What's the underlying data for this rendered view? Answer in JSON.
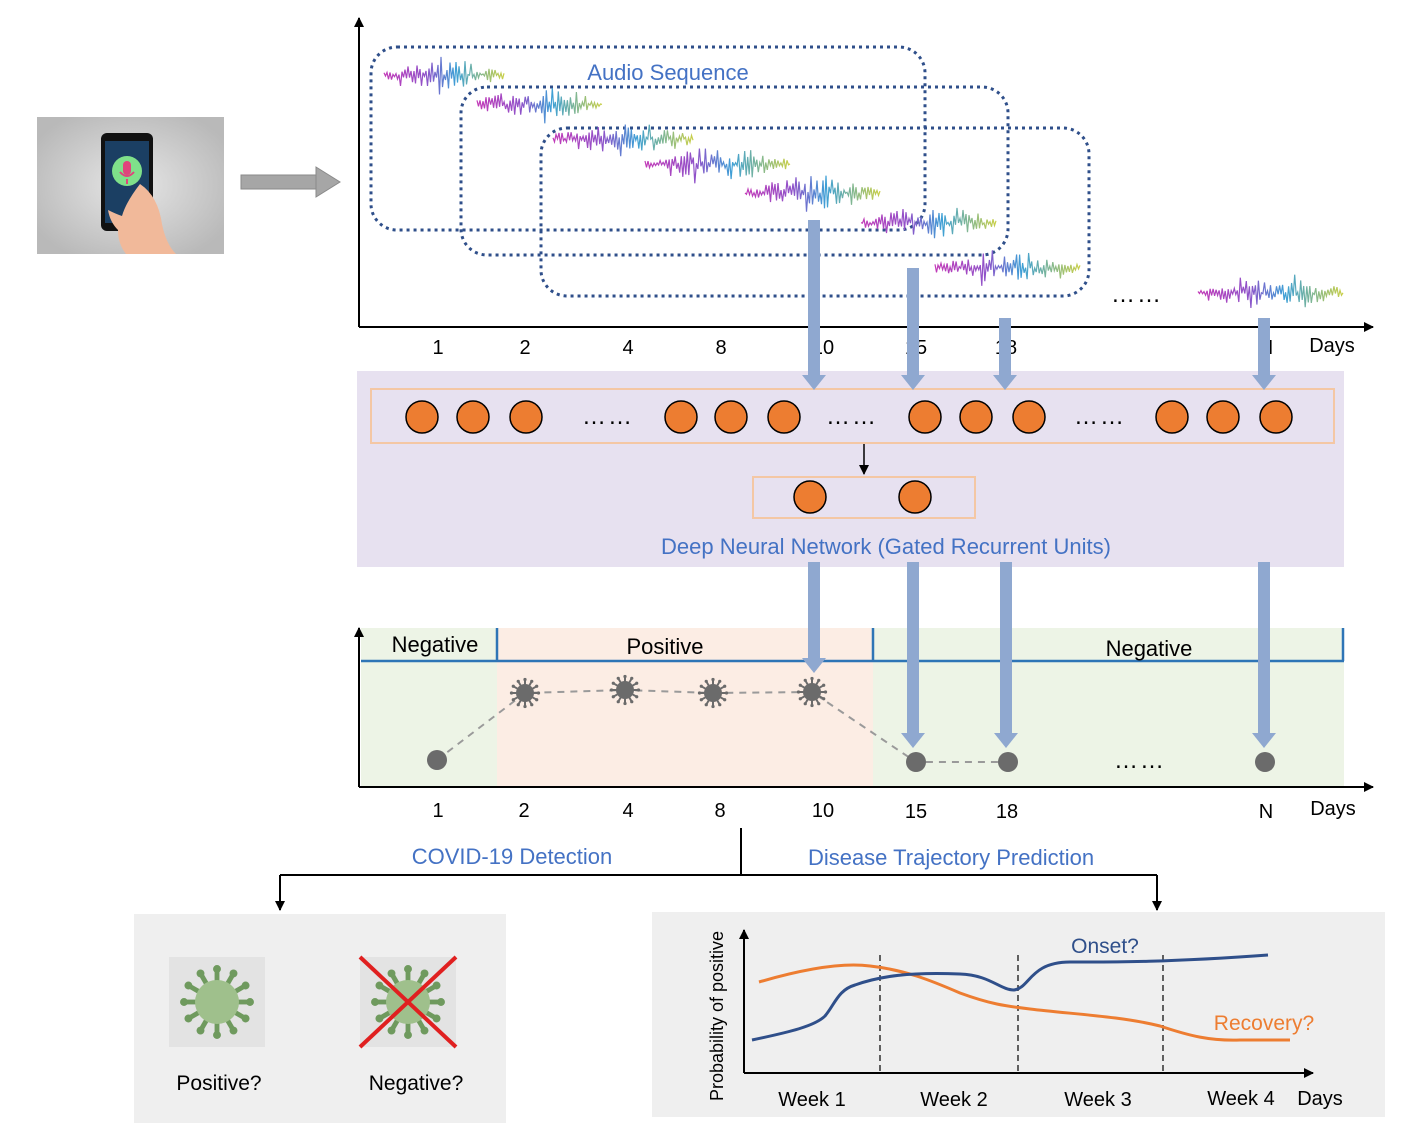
{
  "top_panel": {
    "title": "Audio Sequence",
    "x_ticks": [
      "1",
      "2",
      "4",
      "8",
      "10",
      "15",
      "18",
      "N"
    ],
    "x_unit": "Days",
    "ellipsis": "……"
  },
  "network": {
    "title": "Deep Neural Network (Gated Recurrent Units)",
    "ellipsis": "……"
  },
  "status_panel": {
    "regions": [
      "Negative",
      "Positive",
      "Negative"
    ],
    "x_ticks": [
      "1",
      "2",
      "4",
      "8",
      "10",
      "15",
      "18",
      "N"
    ],
    "x_unit": "Days",
    "ellipsis": "……"
  },
  "branches": {
    "left": "COVID-19 Detection",
    "right": "Disease Trajectory Prediction"
  },
  "detection": {
    "positive_label": "Positive?",
    "negative_label": "Negative?"
  },
  "trajectory": {
    "ylabel": "Probability of positive",
    "weeks": [
      "Week 1",
      "Week 2",
      "Week 3",
      "Week 4"
    ],
    "x_unit": "Days",
    "onset_label": "Onset?",
    "recovery_label": "Recovery?"
  },
  "colors": {
    "accent_blue": "#4472C4",
    "dark_blue": "#2F4F8A",
    "orange": "#ED7D31",
    "node_fill": "#ED7D31",
    "purple_bg": "#E7E1F0",
    "green_bg": "#EDF4E6",
    "peach_bg": "#FCEDE4",
    "arrow_blue": "#8FA8D0",
    "panel_gray": "#EFEFEF"
  }
}
